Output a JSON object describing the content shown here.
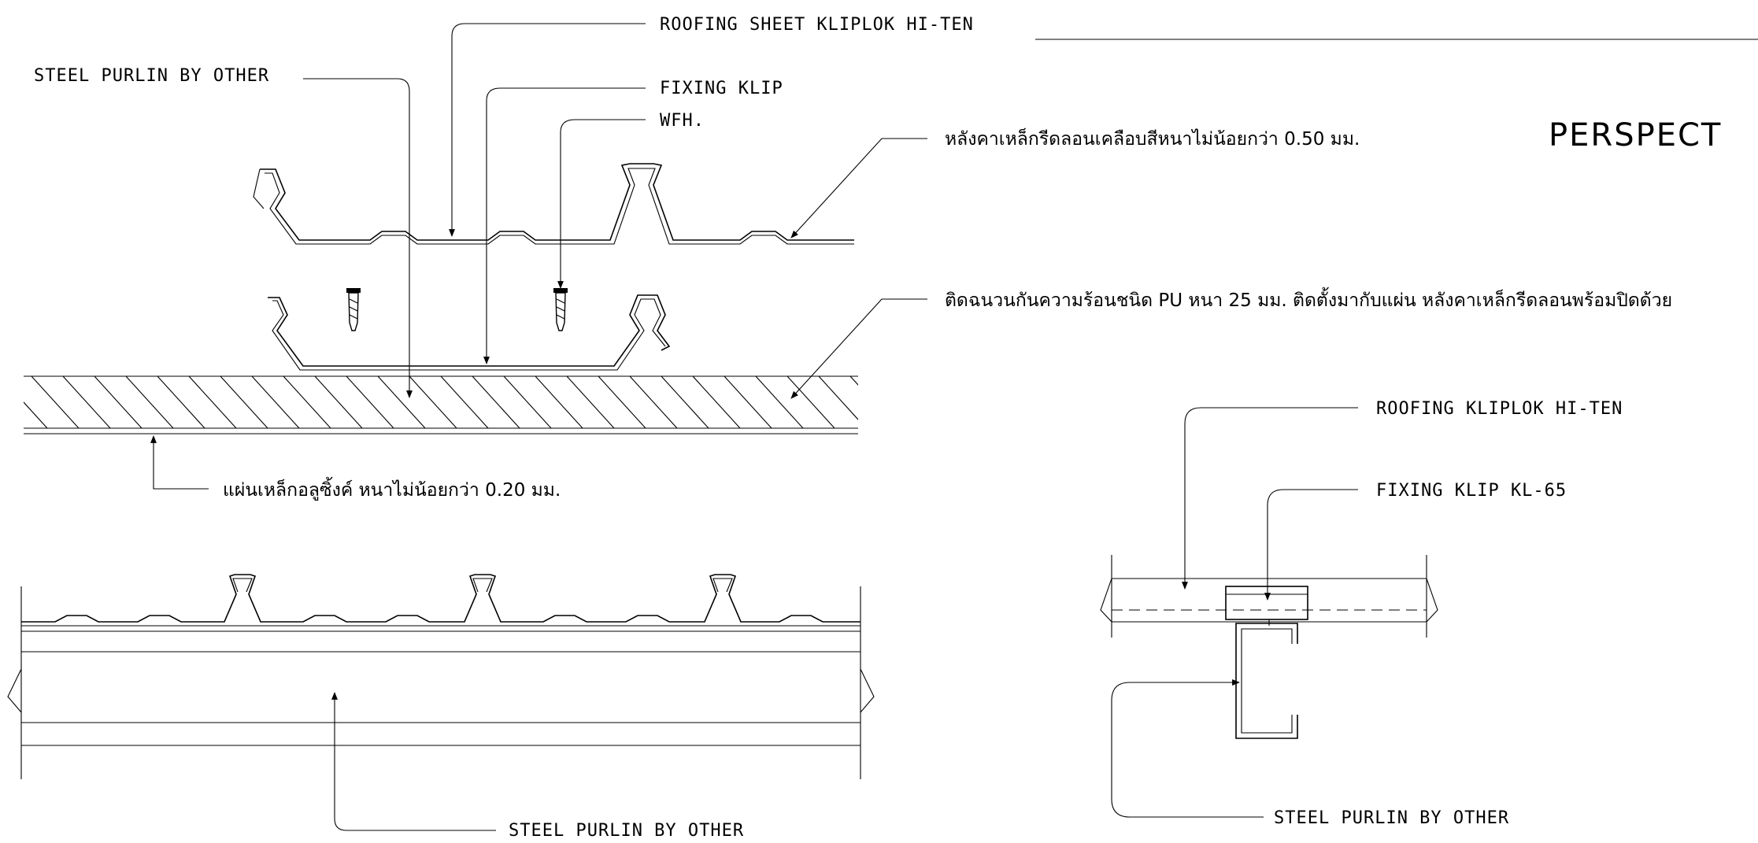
{
  "title": "PERSPECT",
  "detail_a": {
    "labels": {
      "roofing_sheet": "ROOFING SHEET KLIPLOK HI-TEN",
      "steel_purlin_top": "STEEL PURLIN BY OTHER",
      "fixing_klip": "FIXING KLIP",
      "wfh": "WFH.",
      "note_sheet_th": "หลังคาเหล็กรีดลอนเคลือบสีหนาไม่น้อยกว่า 0.50 มม.",
      "note_insulation_th": "ติดฉนวนกันความร้อนชนิด PU หนา 25 มม. ติดตั้งมากับแผ่น หลังคาเหล็กรีดลอนพร้อมปิดด้วย",
      "note_foil_th": "แผ่นเหล็กอลูซิ้งค์ หนาไม่น้อยกว่า 0.20 มม."
    }
  },
  "detail_b": {
    "labels": {
      "steel_purlin_bottom": "STEEL PURLIN BY OTHER"
    }
  },
  "detail_c": {
    "labels": {
      "roofing_klip": "ROOFING KLIPLOK HI-TEN",
      "fixing_klip_kl": "FIXING KLIP KL-65",
      "steel_purlin": "STEEL PURLIN BY OTHER"
    }
  }
}
